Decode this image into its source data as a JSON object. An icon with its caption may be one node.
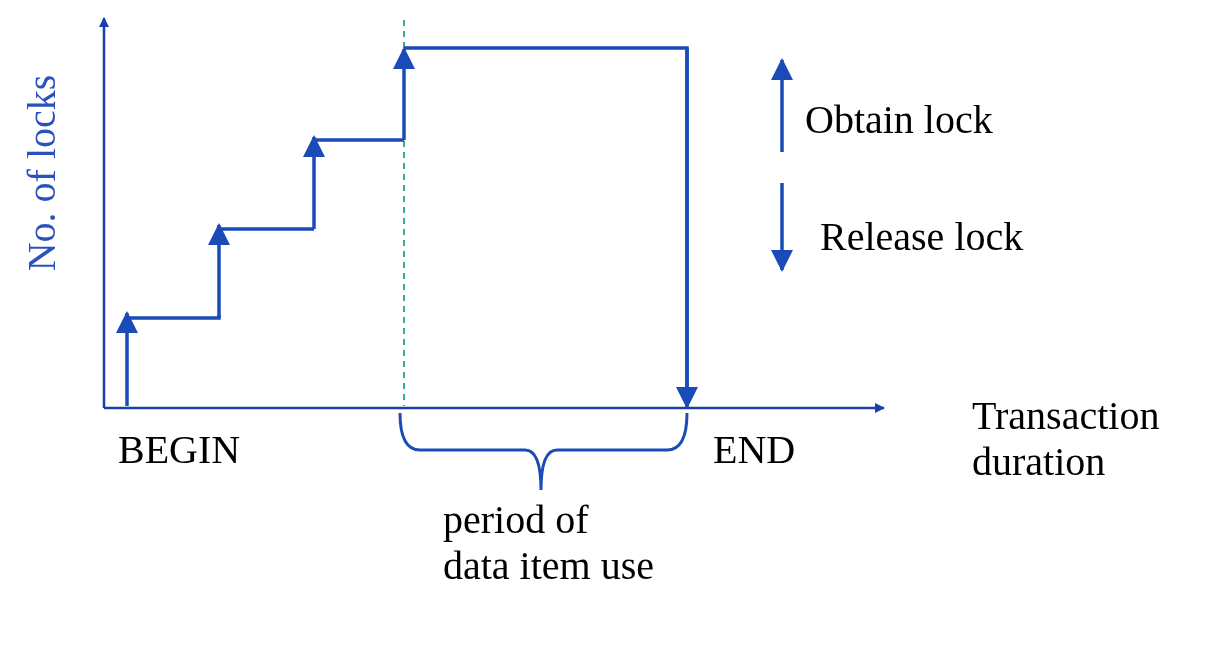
{
  "diagram": {
    "labels": [
      "No. of locks",
      "BEGIN",
      "END",
      "Transaction duration",
      "period of data item use"
    ],
    "legend": [
      {
        "text": "Obtain lock"
      },
      {
        "text": "Release lock"
      }
    ]
  }
}
